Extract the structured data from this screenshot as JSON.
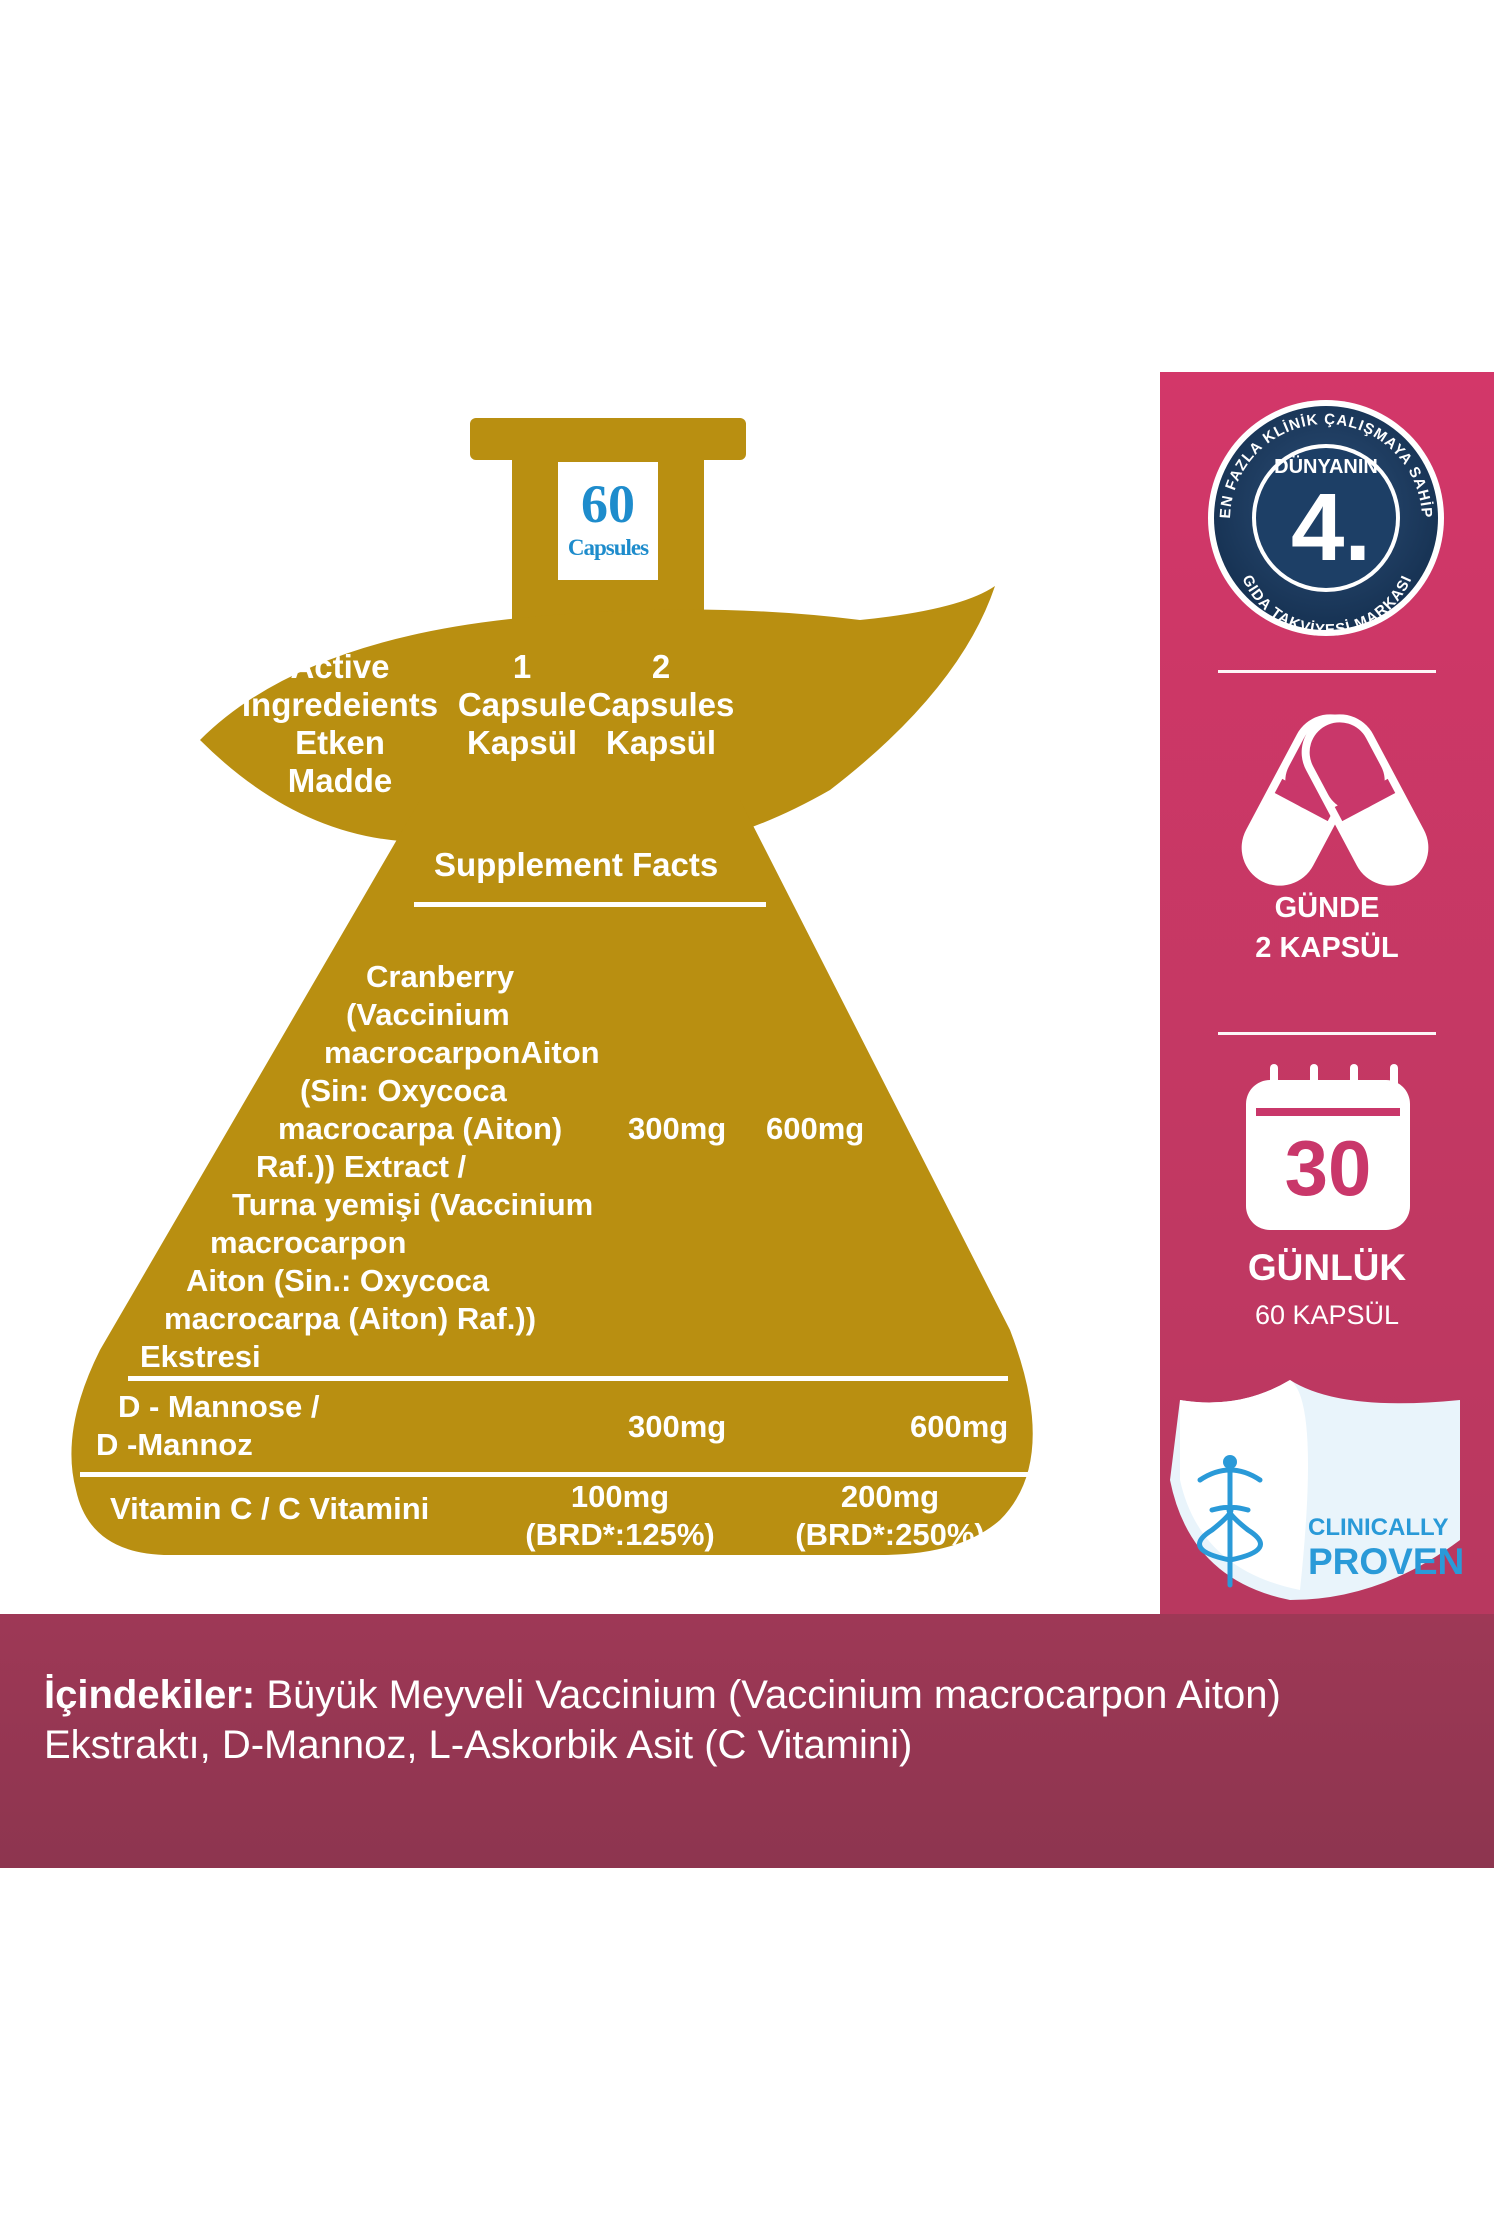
{
  "flask": {
    "capsule_count": "60",
    "capsule_unit": "Capsules",
    "headers": {
      "col1": [
        "Active",
        "Ingredeients",
        "Etken",
        "Madde"
      ],
      "col2": [
        "1",
        "Capsule",
        "Kapsül"
      ],
      "col3": [
        "2",
        "Capsules",
        "Kapsül"
      ]
    },
    "table_title": "Supplement Facts",
    "rows": [
      {
        "name_lines": [
          "Cranberry",
          "(Vaccinium",
          "macrocarponAiton",
          "(Sin: Oxycoca",
          "macrocarpa (Aiton)",
          "Raf.)) Extract /",
          "Turna yemişi (Vaccinium",
          "macrocarpon",
          "Aiton (Sin.: Oxycoca",
          "macrocarpa (Aiton) Raf.))",
          "Ekstresi"
        ],
        "one_capsule": "300mg",
        "two_capsules": "600mg"
      },
      {
        "name_lines": [
          "D - Mannose /",
          "D -Mannoz"
        ],
        "one_capsule": "300mg",
        "two_capsules": "600mg"
      },
      {
        "name_lines": [
          "Vitamin C / C Vitamini"
        ],
        "one_capsule_lines": [
          "100mg",
          "(BRD*:125%)"
        ],
        "two_capsules_lines": [
          "200mg",
          "(BRD*:250%)"
        ]
      }
    ]
  },
  "sidebar": {
    "badge": {
      "ring_top": "EN FAZLA KLİNİK ÇALIŞMAYA SAHİP",
      "ring_bottom": "GIDA TAKVİYESİ MARKASI",
      "title": "DÜNYANIN",
      "number": "4."
    },
    "dose": [
      "GÜNDE",
      "2 KAPSÜL"
    ],
    "calendar": {
      "number": "30",
      "label": "GÜNLÜK",
      "sub": "60 KAPSÜL"
    },
    "clinical": [
      "CLINICALLY",
      "PROVEN"
    ]
  },
  "ingredients": {
    "label": "İçindekiler:",
    "text_line1": " Büyük Meyveli Vaccinium (Vaccinium macrocarpon Aiton)",
    "text_line2": "Ekstraktı, D-Mannoz, L-Askorbik Asit (C Vitamini)"
  },
  "colors": {
    "gold": "#b98f11",
    "magenta_top": "#d33769",
    "magenta_bottom": "#8f3550",
    "badge_navy": "#1a3a5e",
    "capsule_blue": "#1e8ccc",
    "clinical_blue": "#2a9ad8"
  }
}
